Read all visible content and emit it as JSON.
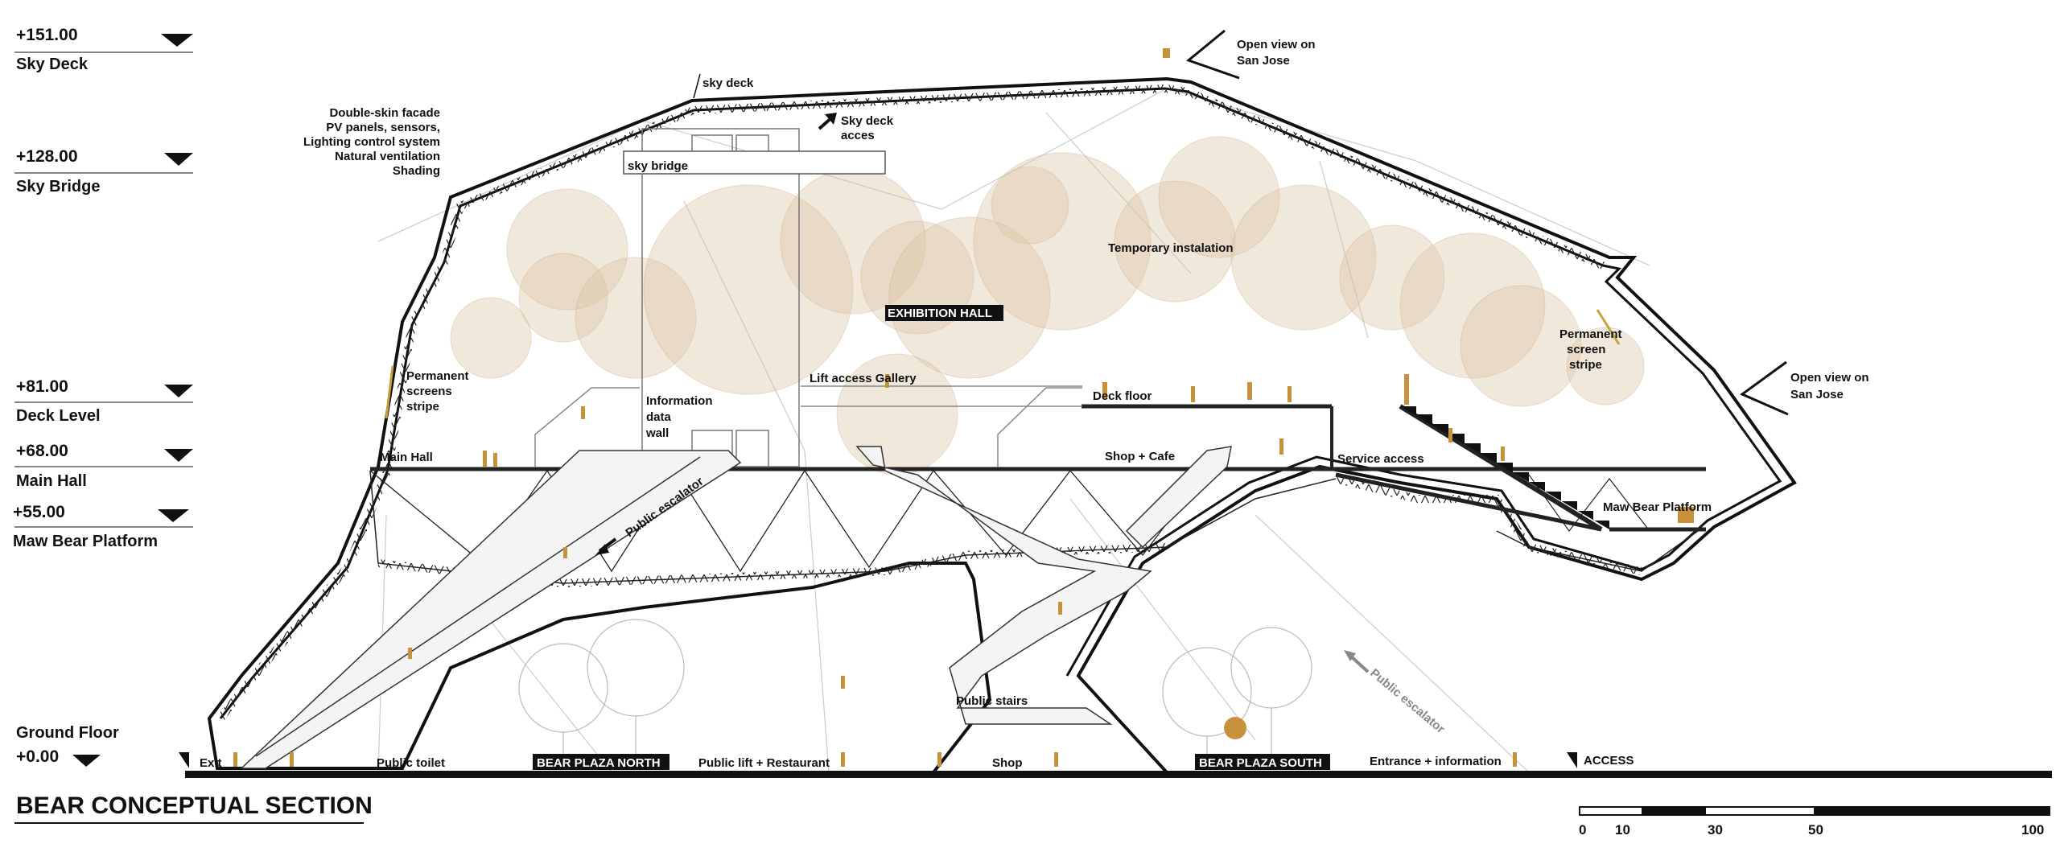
{
  "title": "BEAR CONCEPTUAL SECTION",
  "levels": [
    {
      "value": "+151.00",
      "name": "Sky Deck"
    },
    {
      "value": "+128.00",
      "name": "Sky Bridge"
    },
    {
      "value": "+81.00",
      "name": "Deck Level"
    },
    {
      "value": "+68.00",
      "name": "Main Hall"
    },
    {
      "value": "+55.00",
      "name": "Maw Bear Platform"
    },
    {
      "value": "+0.00",
      "name": "Ground Floor"
    }
  ],
  "facade_note": [
    "Double-skin facade",
    "PV panels, sensors,",
    "Lighting control system",
    "Natural ventilation",
    "Shading"
  ],
  "labels": {
    "sky_deck": "sky deck",
    "sky_deck_access": [
      "Sky deck",
      "acces"
    ],
    "sky_bridge": "sky bridge",
    "open_view_top": [
      "Open view on",
      "San Jose"
    ],
    "open_view_right": [
      "Open view on",
      "San Jose"
    ],
    "temporary_installation": "Temporary instalation",
    "exhibition_hall": "EXHIBITION HALL",
    "permanent_screens_left": [
      "Permanent",
      "screens",
      "stripe"
    ],
    "permanent_screen_right": [
      "Permanent",
      "screen",
      "stripe"
    ],
    "information_wall": [
      "Information",
      "data",
      "wall"
    ],
    "lift_access_gallery": "Lift access Gallery",
    "deck_floor": "Deck floor",
    "main_hall": "Main  Hall",
    "shop_cafe": "Shop + Cafe",
    "service_access": "Service access",
    "maw_bear_platform": "Maw Bear Platform",
    "public_escalator_upper": "Public escalator",
    "public_escalator_lower": "Public escalator",
    "public_stairs": "Public stairs",
    "exit": "Exit",
    "public_toilet": "Public toilet",
    "bear_plaza_north": "BEAR PLAZA NORTH",
    "public_lift_restaurant": "Public lift + Restaurant",
    "shop": "Shop",
    "bear_plaza_south": "BEAR PLAZA SOUTH",
    "entrance_information": "Entrance + information",
    "access": "ACCESS"
  },
  "scale_bar": {
    "ticks": [
      "0",
      "10",
      "30",
      "50",
      "100"
    ]
  },
  "colors": {
    "ink": "#111111",
    "accent": "#c8913c",
    "bubble": "#d9c3a3",
    "grey_line": "#bdbdbd"
  }
}
